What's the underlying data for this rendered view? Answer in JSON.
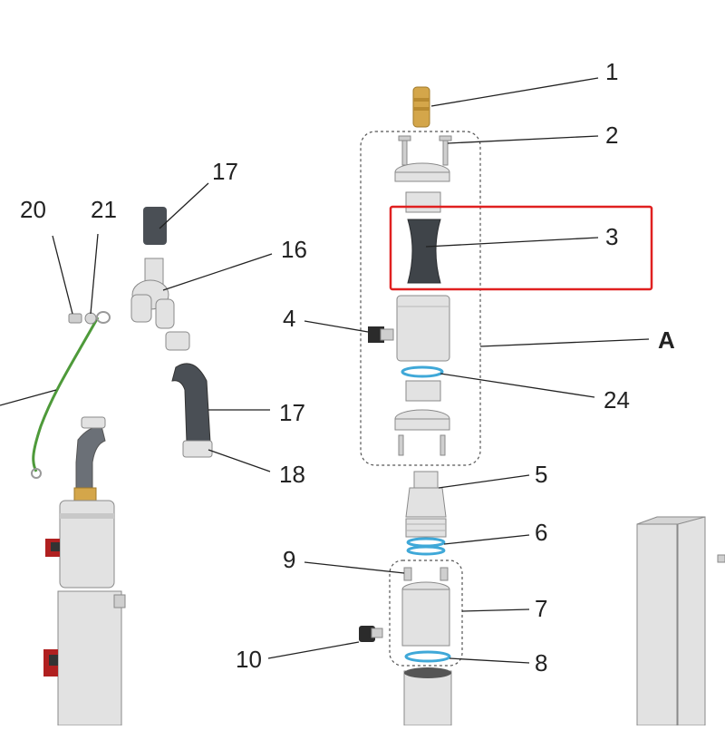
{
  "labels": {
    "p1": "1",
    "p2": "2",
    "p3": "3",
    "p4": "4",
    "pA": "A",
    "p24": "24",
    "p5": "5",
    "p6": "6",
    "p7": "7",
    "p8": "8",
    "p9": "9",
    "p10": "10",
    "p16": "16",
    "p17a": "17",
    "p17b": "17",
    "p18": "18",
    "p20": "20",
    "p21": "21"
  },
  "colors": {
    "highlight": "#e02020",
    "brass": "#d4a64a",
    "seal_ring": "#3fa8d8",
    "ground_wire": "#4e9a3a",
    "rubber": "#4a4f55",
    "metal": "#e2e2e2"
  }
}
